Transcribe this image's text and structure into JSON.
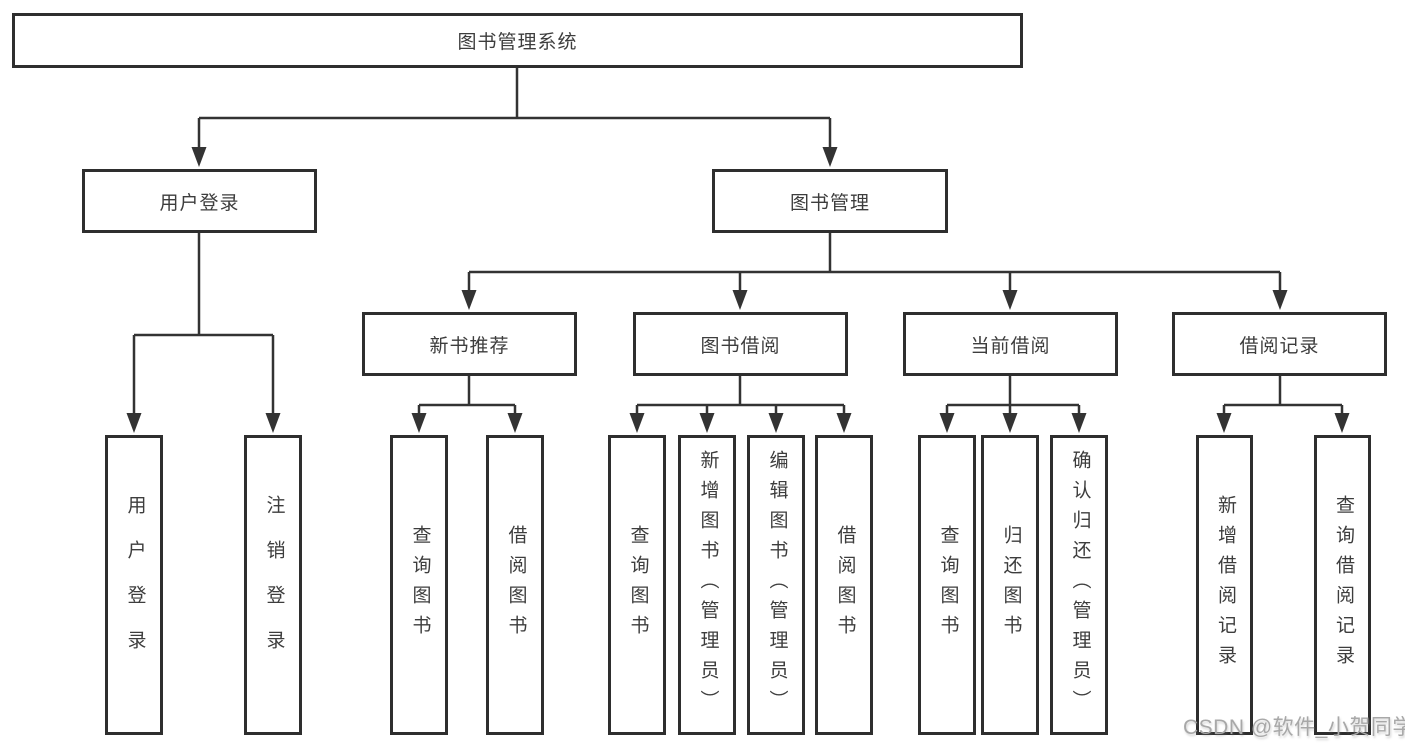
{
  "diagram": {
    "root": {
      "label": "图书管理系统"
    },
    "branches": [
      {
        "label": "用户登录",
        "children": [
          {
            "label": "用户登录"
          },
          {
            "label": "注销登录"
          }
        ]
      },
      {
        "label": "图书管理",
        "children": [
          {
            "label": "新书推荐",
            "children": [
              {
                "label": "查询图书"
              },
              {
                "label": "借阅图书"
              }
            ]
          },
          {
            "label": "图书借阅",
            "children": [
              {
                "label": "查询图书"
              },
              {
                "label": "新增图书（管理员）"
              },
              {
                "label": "编辑图书（管理员）"
              },
              {
                "label": "借阅图书"
              }
            ]
          },
          {
            "label": "当前借阅",
            "children": [
              {
                "label": "查询图书"
              },
              {
                "label": "归还图书"
              },
              {
                "label": "确认归还（管理员）"
              }
            ]
          },
          {
            "label": "借阅记录",
            "children": [
              {
                "label": "新增借阅记录"
              },
              {
                "label": "查询借阅记录"
              }
            ]
          }
        ]
      }
    ],
    "watermark": "CSDN @软件_小贺同学",
    "colors": {
      "line": "#333333",
      "box_border": "#2e2e2e",
      "text": "#3d3d3d",
      "watermark": "#a8a8a8",
      "background": "#ffffff"
    }
  }
}
